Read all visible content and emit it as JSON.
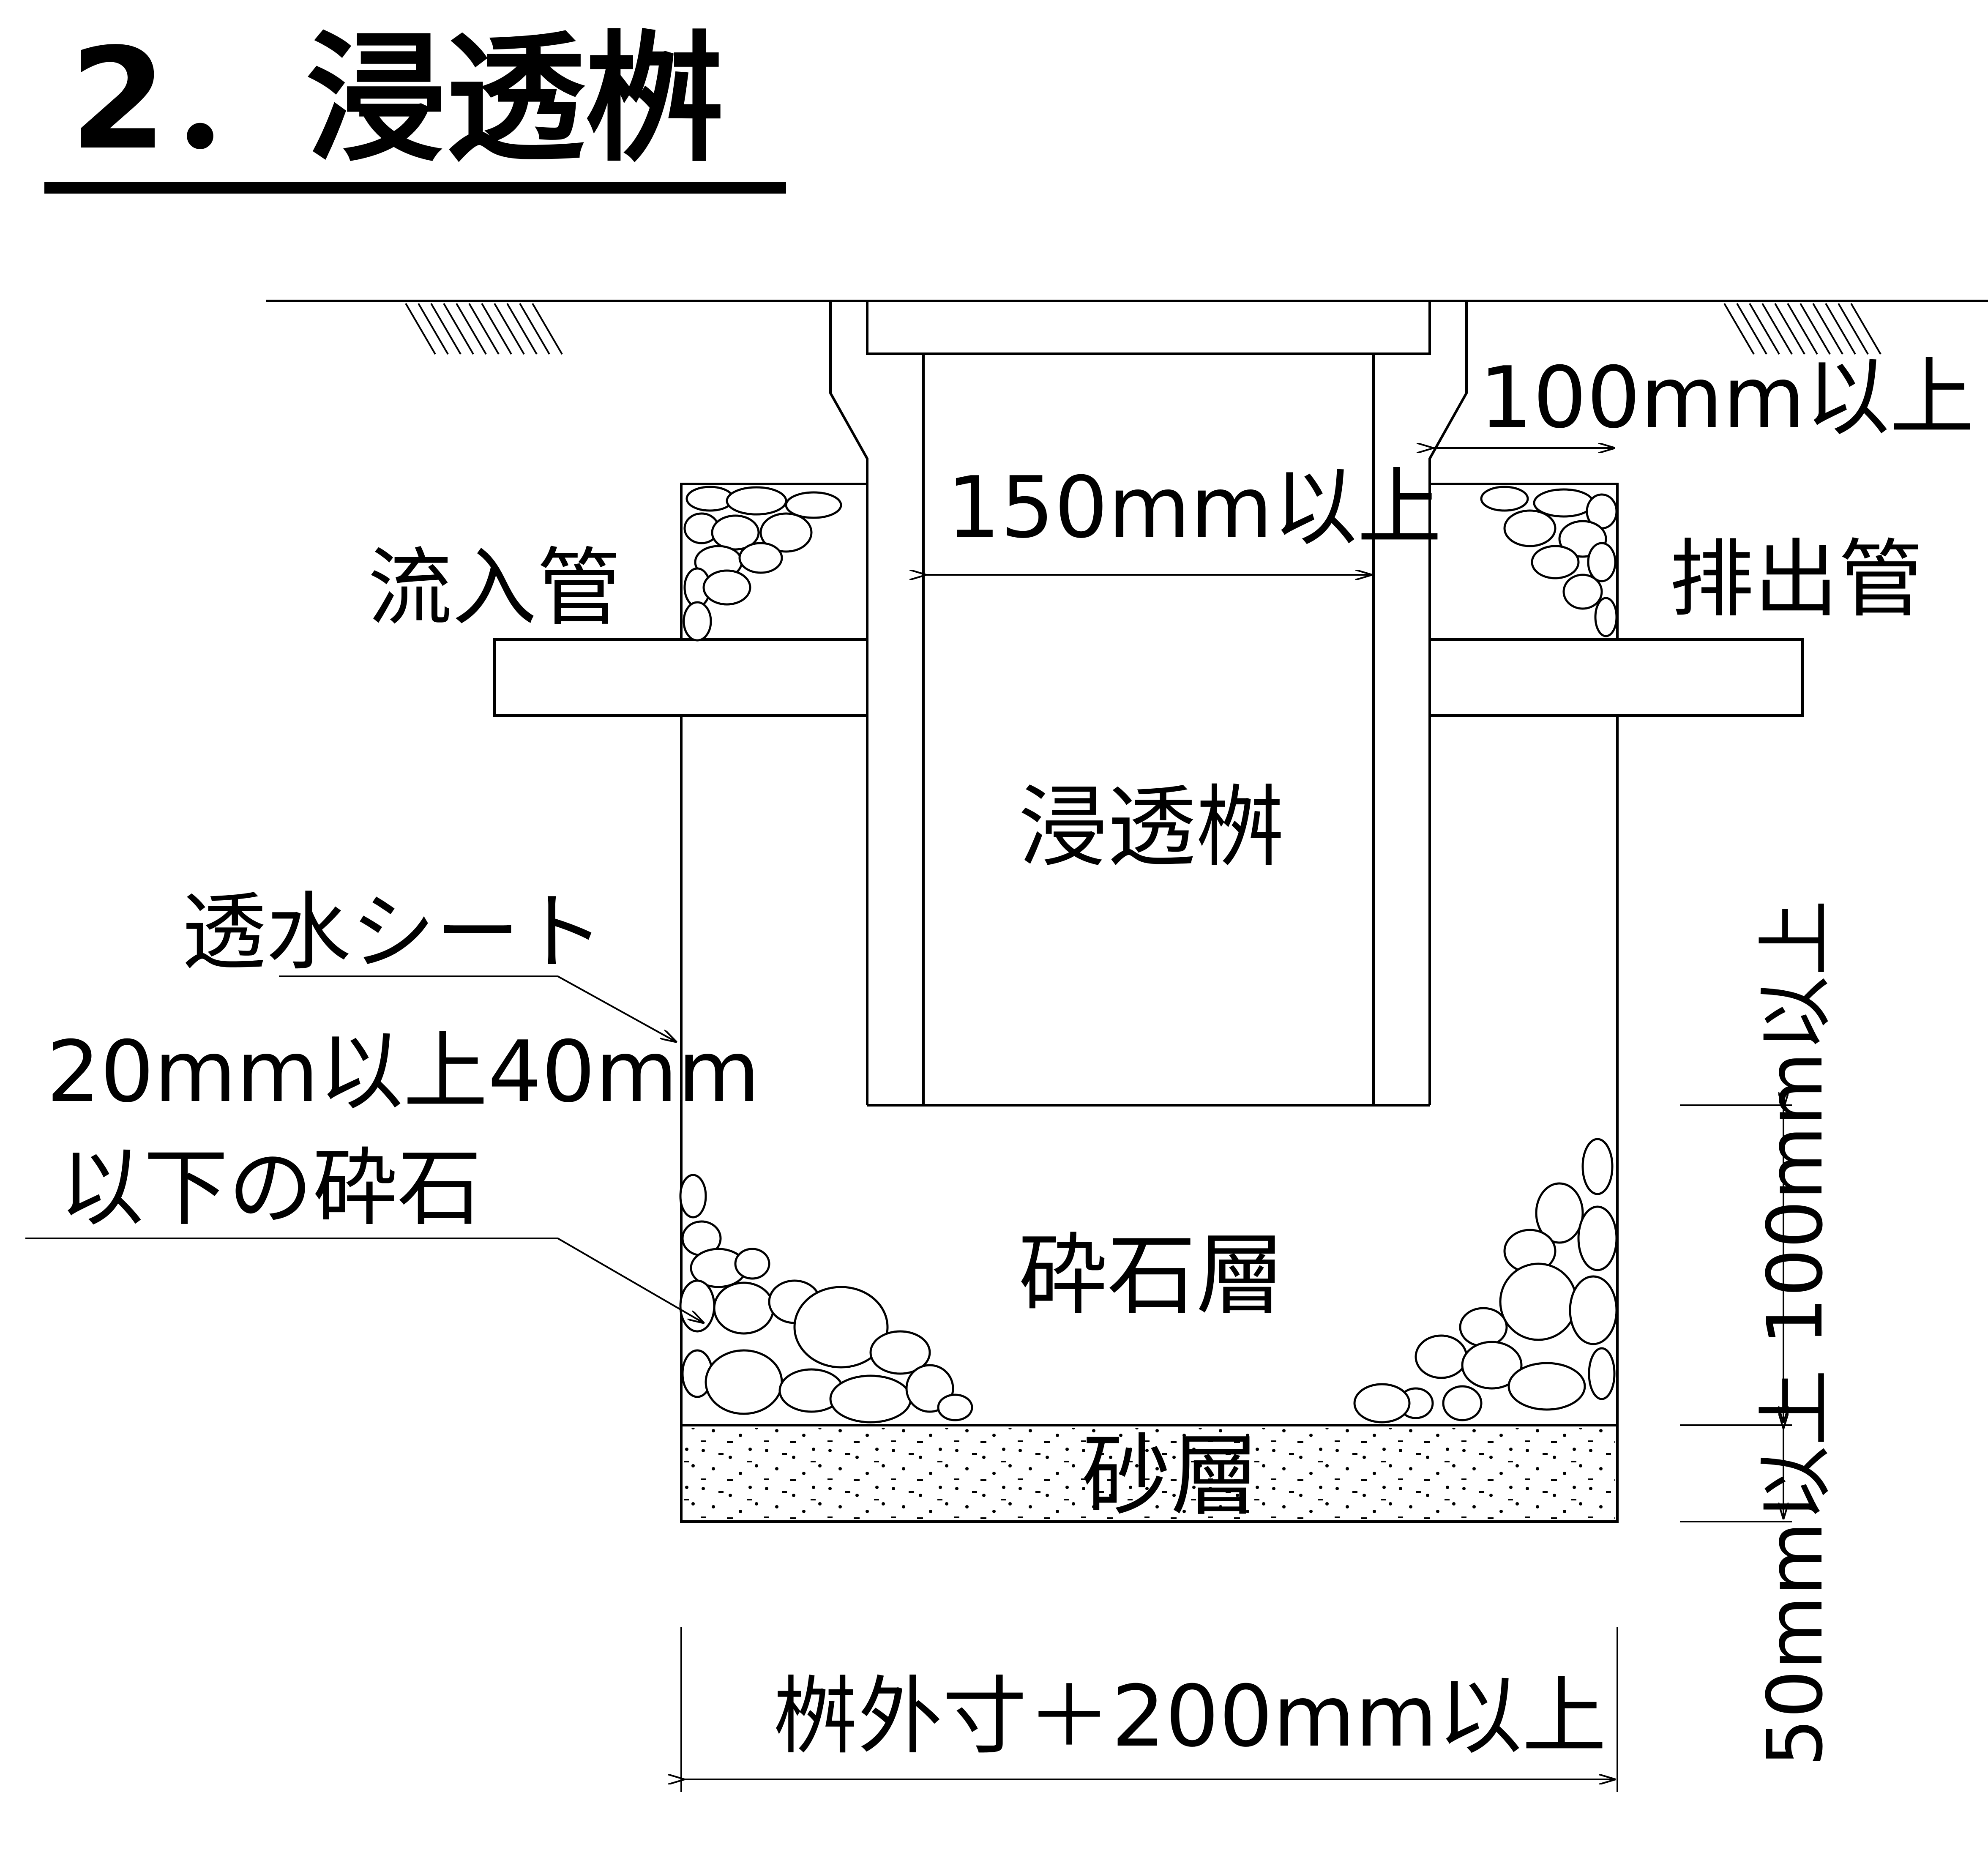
{
  "heading": "2．浸透桝",
  "labels": {
    "pipe_wall_min": "100mm以上",
    "inner_width_min": "150mm以上",
    "inflow_pipe": "流入管",
    "outflow_pipe": "排出管",
    "catch_basin": "浸透桝",
    "permeable_sheet": "透水シート",
    "gravel_size_line1": "20mm以上40mm",
    "gravel_size_line2": "以下の砕石",
    "gravel_layer": "砕石層",
    "sand_layer": "砂層",
    "trench_width": "桝外寸＋200mm以上",
    "vertical_depths": "50mm以上 100mm以上"
  },
  "colors": {
    "line": "#000000",
    "background": "#ffffff"
  }
}
